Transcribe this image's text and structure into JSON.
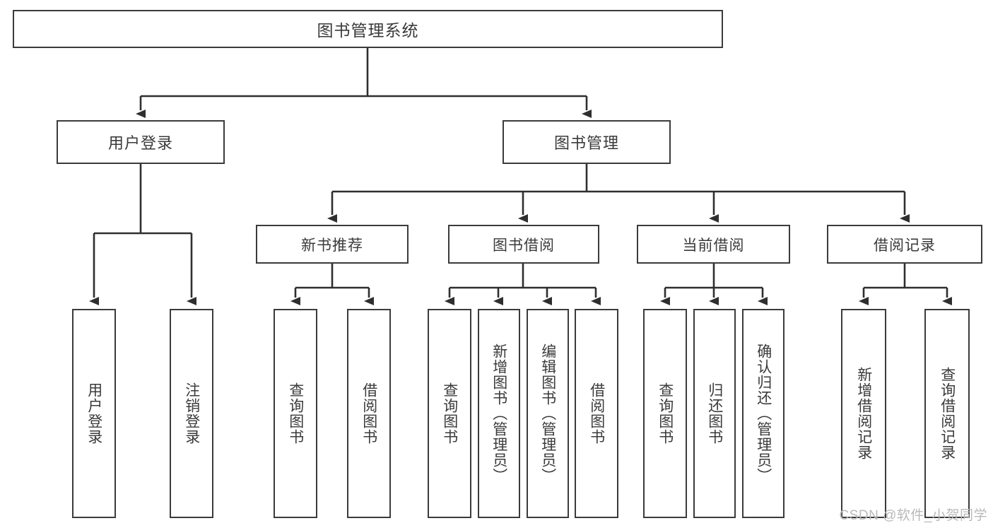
{
  "diagram": {
    "type": "tree-hierarchy",
    "title_node": {
      "label": "图书管理系统"
    },
    "level2": [
      {
        "label": "用户登录"
      },
      {
        "label": "图书管理"
      }
    ],
    "level3": [
      {
        "label": "新书推荐"
      },
      {
        "label": "图书借阅"
      },
      {
        "label": "当前借阅"
      },
      {
        "label": "借阅记录"
      }
    ],
    "leaves": {
      "user_login": [
        {
          "label": "用户登录"
        },
        {
          "label": "注销登录"
        }
      ],
      "new_book_recommend": [
        {
          "label": "查询图书"
        },
        {
          "label": "借阅图书"
        }
      ],
      "book_borrow": [
        {
          "label": "查询图书"
        },
        {
          "label": "新增图书（管理员）"
        },
        {
          "label": "编辑图书（管理员）"
        },
        {
          "label": "借阅图书"
        }
      ],
      "current_borrow": [
        {
          "label": "查询图书"
        },
        {
          "label": "归还图书"
        },
        {
          "label": "确认归还（管理员）"
        }
      ],
      "borrow_record": [
        {
          "label": "新增借阅记录"
        },
        {
          "label": "查询借阅记录"
        }
      ]
    }
  },
  "watermark": {
    "text": "CSDN @软件_小贺同学"
  },
  "colors": {
    "box_border": "#3b3b3b",
    "text": "#3a3a3a",
    "edge": "#2f2f2f",
    "background": "#ffffff",
    "watermark": "#b9b9b9"
  }
}
